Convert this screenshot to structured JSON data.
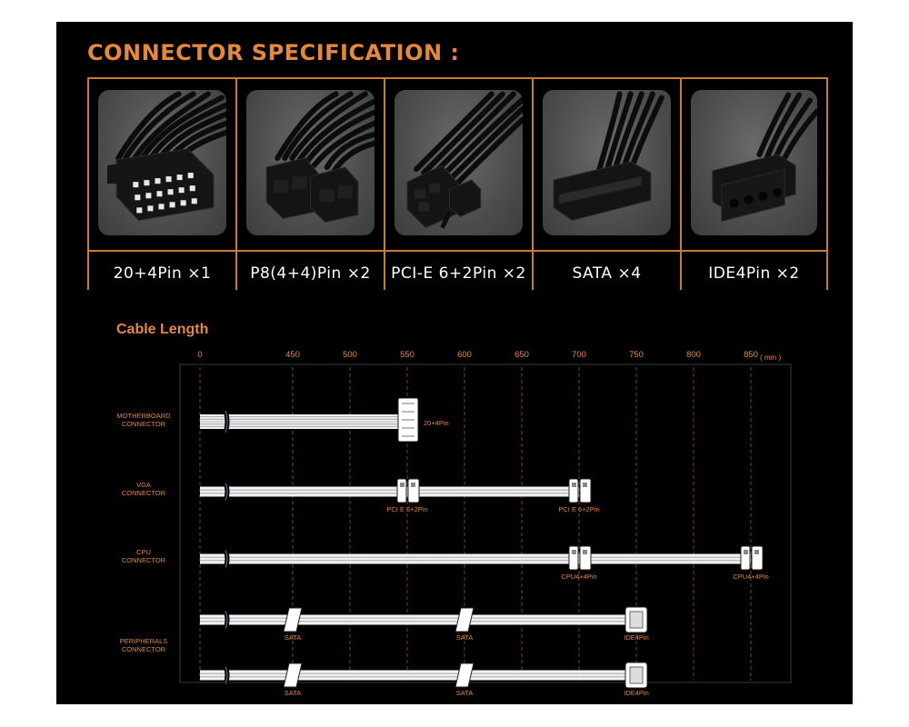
{
  "header": {
    "title": "CONNECTOR SPECIFICATION :"
  },
  "connectors": [
    {
      "label": "20+4Pin ×1",
      "icon": "atx-24pin-connector-icon"
    },
    {
      "label": "P8(4+4)Pin ×2",
      "icon": "eps-8pin-connector-icon"
    },
    {
      "label": "PCI-E 6+2Pin ×2",
      "icon": "pcie-connector-icon"
    },
    {
      "label": "SATA ×4",
      "icon": "sata-connector-icon"
    },
    {
      "label": "IDE4Pin ×2",
      "icon": "molex-connector-icon"
    }
  ],
  "cable_length": {
    "title": "Cable Length",
    "axis": {
      "ticks": [
        "0",
        "450",
        "500",
        "550",
        "600",
        "650",
        "700",
        "750",
        "800",
        "850"
      ],
      "unit": "( mm )"
    },
    "rows": [
      {
        "name": "MOTHERBOARD\nCONNECTOR",
        "cables": [
          {
            "connectors": [
              {
                "label": "20+4Pin",
                "at": "550",
                "kind": "atx"
              }
            ]
          }
        ]
      },
      {
        "name": "VGA\nCONNECTOR",
        "cables": [
          {
            "connectors": [
              {
                "label": "PCI E 6+2Pin",
                "at": "550",
                "kind": "pcie"
              },
              {
                "label": "PCI E 6+2Pin",
                "at": "700",
                "kind": "pcie"
              }
            ]
          }
        ]
      },
      {
        "name": "CPU\nCONNECTOR",
        "cables": [
          {
            "connectors": [
              {
                "label": "CPU4+4Pin",
                "at": "700",
                "kind": "eps"
              },
              {
                "label": "CPU4+4Pin",
                "at": "850",
                "kind": "eps"
              }
            ]
          }
        ]
      },
      {
        "name": "PERIPHERALS\nCONNECTOR",
        "cables": [
          {
            "connectors": [
              {
                "label": "SATA",
                "at": "450",
                "kind": "sata"
              },
              {
                "label": "SATA",
                "at": "600",
                "kind": "sata"
              },
              {
                "label": "IDE4Pin",
                "at": "750",
                "kind": "molex"
              }
            ]
          },
          {
            "connectors": [
              {
                "label": "SATA",
                "at": "450",
                "kind": "sata"
              },
              {
                "label": "SATA",
                "at": "600",
                "kind": "sata"
              },
              {
                "label": "IDE4Pin",
                "at": "750",
                "kind": "molex"
              }
            ]
          }
        ]
      }
    ]
  },
  "colors": {
    "accent": "#e3883f",
    "border": "#c77a3a",
    "background": "#000000",
    "text": "#ffffff"
  }
}
